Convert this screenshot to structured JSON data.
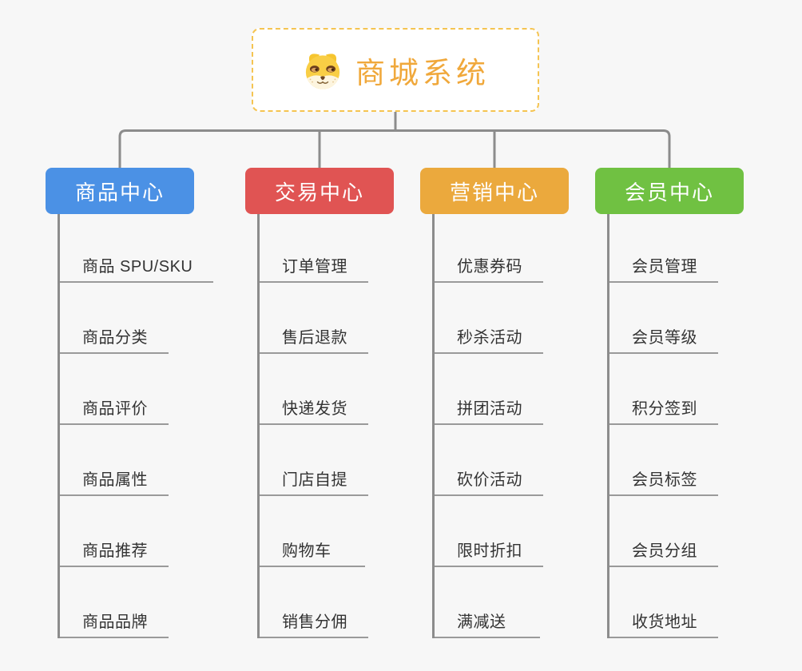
{
  "app": {
    "background": "#F7F7F7",
    "connector_color": "#8C8C8C",
    "leaf_underline_color": "#9A9A9A"
  },
  "root": {
    "title": "商城系统",
    "icon": "dog-face-icon",
    "text_color": "#F0A83B",
    "border_color": "#F5C451",
    "fill": "#FFFFFF"
  },
  "branches": [
    {
      "label": "商品中心",
      "color": "#4B91E5",
      "children": [
        "商品 SPU/SKU",
        "商品分类",
        "商品评价",
        "商品属性",
        "商品推荐",
        "商品品牌"
      ]
    },
    {
      "label": "交易中心",
      "color": "#E05453",
      "children": [
        "订单管理",
        "售后退款",
        "快递发货",
        "门店自提",
        "购物车",
        "销售分佣"
      ]
    },
    {
      "label": "营销中心",
      "color": "#EBA93D",
      "children": [
        "优惠券码",
        "秒杀活动",
        "拼团活动",
        "砍价活动",
        "限时折扣",
        "满减送"
      ]
    },
    {
      "label": "会员中心",
      "color": "#70C142",
      "children": [
        "会员管理",
        "会员等级",
        "积分签到",
        "会员标签",
        "会员分组",
        "收货地址"
      ]
    }
  ]
}
